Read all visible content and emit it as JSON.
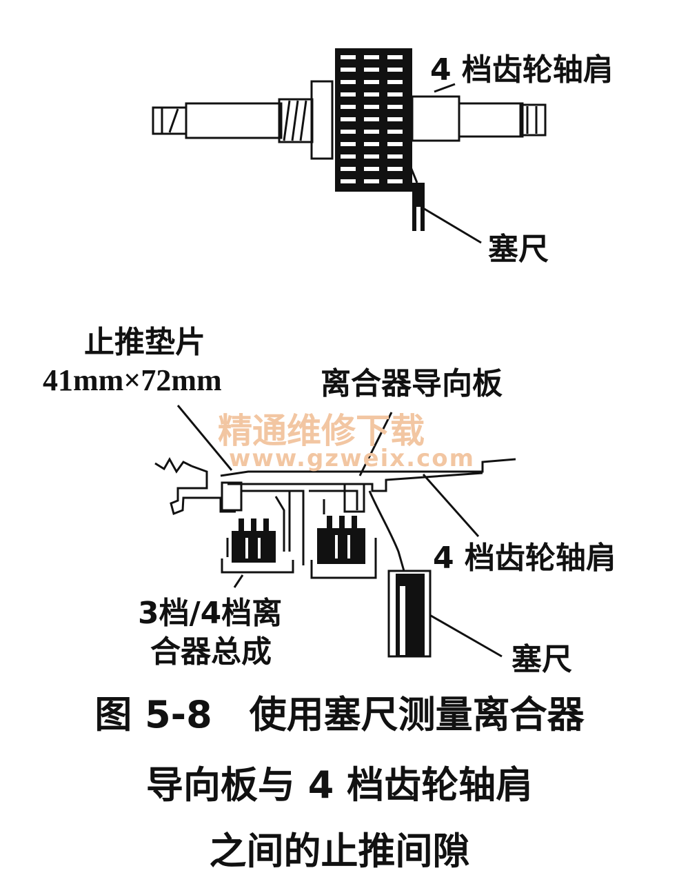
{
  "top_diagram": {
    "label_shoulder": "4 档齿轮轴肩",
    "label_feeler": "塞尺"
  },
  "bottom_diagram": {
    "label_thrust_washer": "止推垫片",
    "label_washer_size": "41mm×72mm",
    "label_guide_plate": "离合器导向板",
    "label_shoulder": "4 档齿轮轴肩",
    "label_clutch_line1": "3档/4档离",
    "label_clutch_line2": "合器总成",
    "label_feeler": "塞尺"
  },
  "watermark": {
    "text": "精通维修下载",
    "url": "www.gzweix.com"
  },
  "caption": {
    "line1": "图 5-8　使用塞尺测量离合器",
    "line2": "导向板与 4 档齿轮轴肩",
    "line3": "之间的止推间隙"
  },
  "colors": {
    "ink": "#111111",
    "watermark": "#f2c6a2"
  }
}
